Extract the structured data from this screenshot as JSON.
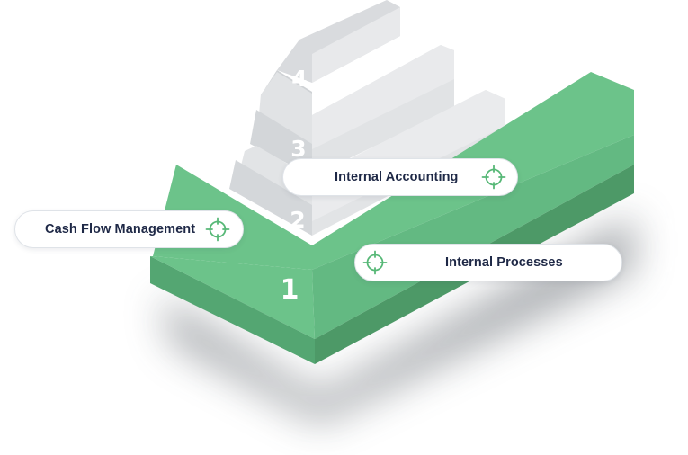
{
  "steps": [
    {
      "number": "1"
    },
    {
      "number": "2"
    },
    {
      "number": "3"
    },
    {
      "number": "4"
    }
  ],
  "labels": {
    "cash_flow": "Cash Flow Management",
    "internal_accounting": "Internal Accounting",
    "internal_processes": "Internal Processes"
  },
  "icons": {
    "pill_icon": "crosshair-target-icon"
  },
  "colors": {
    "green_top": "#6cc38a",
    "green_side": "#54a672",
    "green_dark": "#4d9967",
    "stair_light": "#dfe1e4",
    "stair_dark": "#cdd0d4",
    "text": "#1e2846",
    "icon": "#57b877"
  }
}
